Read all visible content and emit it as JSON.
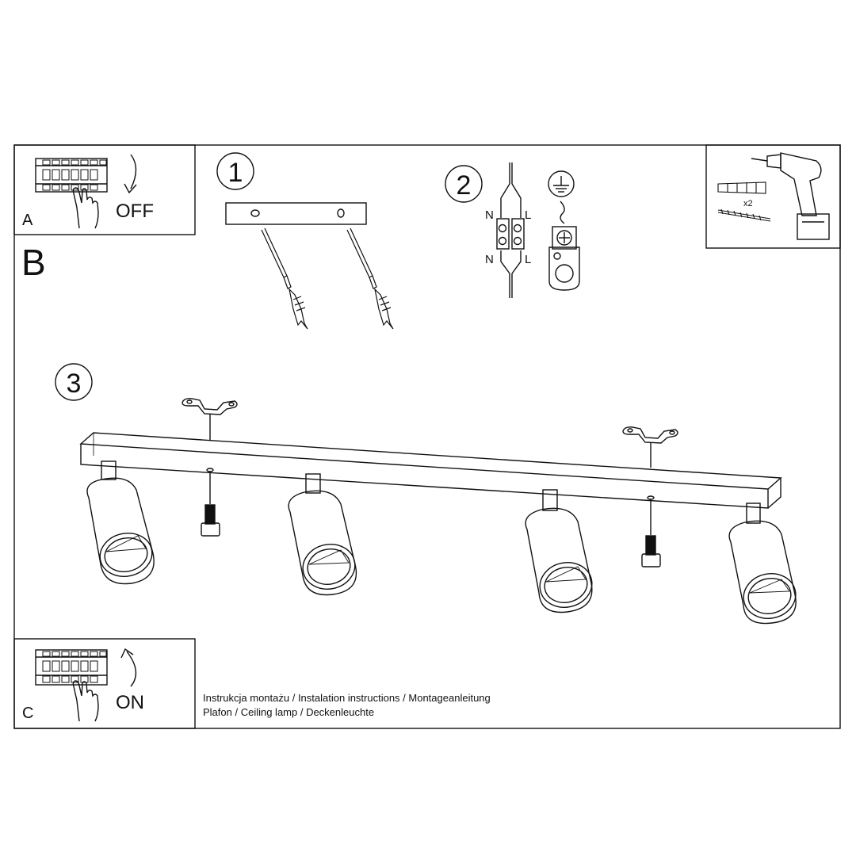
{
  "panels": {
    "a": {
      "letter": "A",
      "action": "OFF"
    },
    "b": {
      "letter": "B"
    },
    "c": {
      "letter": "C",
      "action": "ON"
    }
  },
  "steps": {
    "step1": "1",
    "step2": "2",
    "step3": "3"
  },
  "wiring": {
    "n_top": "N",
    "l_top": "L",
    "n_bottom": "N",
    "l_bottom": "L"
  },
  "tools": {
    "quantity": "x2"
  },
  "footer": {
    "line1": "Instrukcja montażu / Instalation instructions / Montageanleitung",
    "line2": "Plafon / Ceiling lamp / Deckenleuchte"
  }
}
